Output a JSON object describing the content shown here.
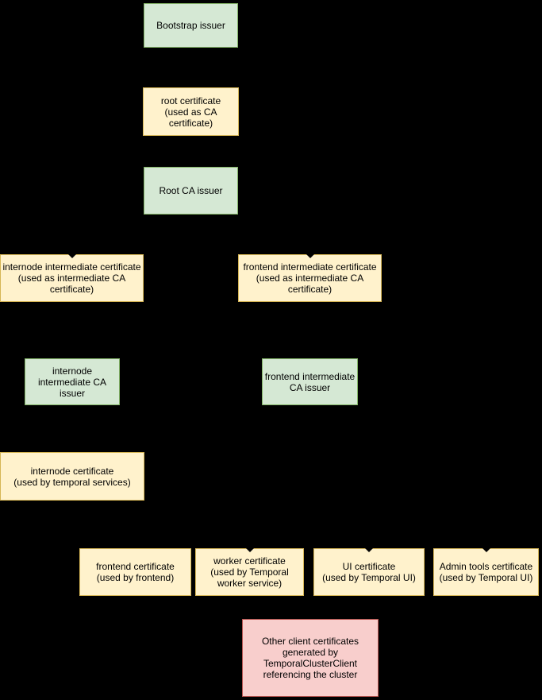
{
  "diagram": {
    "colors": {
      "canvas_bg": "#000000",
      "issuer_fill": "#d5e8d4",
      "issuer_border": "#82b366",
      "certificate_fill": "#fff2cc",
      "certificate_border": "#d6b656",
      "client_fill": "#f8cecc",
      "client_border": "#b85450",
      "text": "#000000",
      "arrow": "#000000"
    },
    "nodes": [
      {
        "id": "bootstrap-issuer",
        "type": "issuer",
        "label": "Bootstrap issuer",
        "has_incoming_arrowhead": false
      },
      {
        "id": "root-certificate",
        "type": "certificate",
        "label": "root certificate\n(used as CA\ncertificate)",
        "has_incoming_arrowhead": false
      },
      {
        "id": "root-ca-issuer",
        "type": "issuer",
        "label": "Root CA issuer",
        "has_incoming_arrowhead": false
      },
      {
        "id": "internode-intermediate-certificate",
        "type": "certificate",
        "label": "internode intermediate certificate\n(used as intermediate CA\ncertificate)",
        "has_incoming_arrowhead": true
      },
      {
        "id": "frontend-intermediate-certificate",
        "type": "certificate",
        "label": "frontend intermediate certificate\n(used as intermediate CA\ncertificate)",
        "has_incoming_arrowhead": true
      },
      {
        "id": "internode-intermediate-ca-issuer",
        "type": "issuer",
        "label": "internode\nintermediate CA\nissuer",
        "has_incoming_arrowhead": false
      },
      {
        "id": "frontend-intermediate-ca-issuer",
        "type": "issuer",
        "label": "frontend intermediate\nCA issuer",
        "has_incoming_arrowhead": false
      },
      {
        "id": "internode-certificate",
        "type": "certificate",
        "label": "internode certificate\n(used by temporal services)",
        "has_incoming_arrowhead": false
      },
      {
        "id": "frontend-certificate",
        "type": "certificate",
        "label": "frontend certificate\n(used by frontend)",
        "has_incoming_arrowhead": false
      },
      {
        "id": "worker-certificate",
        "type": "certificate",
        "label": "worker certificate\n(used by Temporal\nworker service)",
        "has_incoming_arrowhead": true
      },
      {
        "id": "ui-certificate",
        "type": "certificate",
        "label": "UI certificate\n(used by Temporal UI)",
        "has_incoming_arrowhead": true
      },
      {
        "id": "admin-tools-certificate",
        "type": "certificate",
        "label": "Admin tools certificate\n(used by Temporal UI)",
        "has_incoming_arrowhead": true
      },
      {
        "id": "other-client-certificates",
        "type": "client",
        "label": "Other client certificates\ngenerated by\nTemporalClusterClient\nreferencing the cluster",
        "has_incoming_arrowhead": false
      }
    ]
  }
}
